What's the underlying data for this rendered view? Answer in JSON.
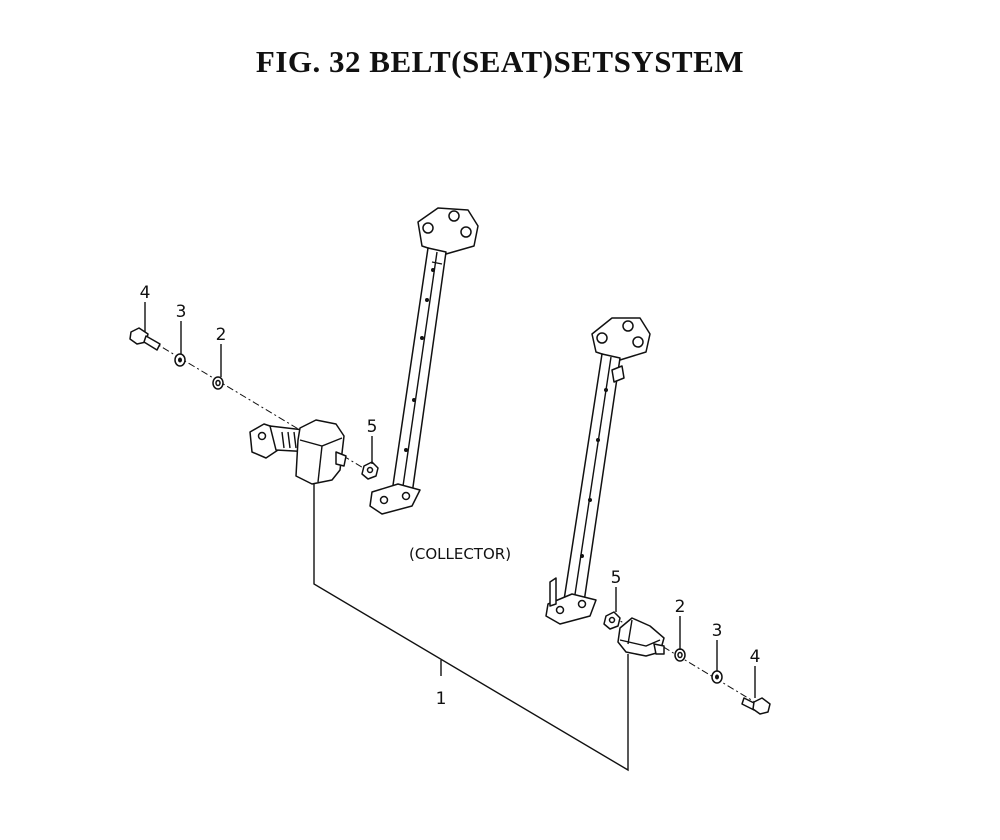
{
  "title": "FIG. 32  BELT(SEAT)SETSYSTEM",
  "note": "(COLLECTOR)",
  "callouts": {
    "left_bolt": "4",
    "left_spring_washer": "3",
    "left_washer": "2",
    "left_nut": "5",
    "assembly": "1",
    "right_nut": "5",
    "right_washer": "2",
    "right_spring_washer": "3",
    "right_bolt": "4"
  }
}
